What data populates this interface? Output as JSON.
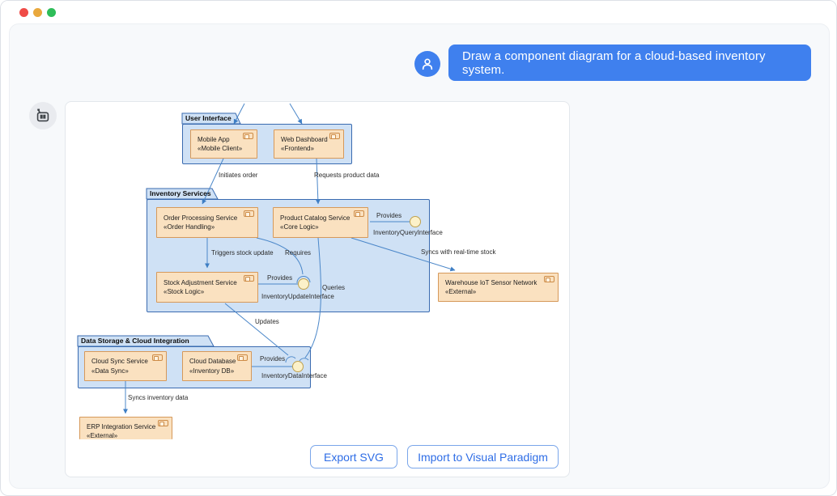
{
  "chat": {
    "user_message": "Draw a component diagram for a cloud-based inventory system."
  },
  "icons": {
    "user_avatar": "person-icon",
    "assistant_avatar": "robot-icon"
  },
  "diagram": {
    "packages": [
      {
        "name": "User Interface",
        "components": [
          {
            "name": "Mobile App",
            "stereotype": "«Mobile Client»"
          },
          {
            "name": "Web Dashboard",
            "stereotype": "«Frontend»"
          }
        ]
      },
      {
        "name": "Inventory Services",
        "components": [
          {
            "name": "Order Processing Service",
            "stereotype": "«Order Handling»"
          },
          {
            "name": "Product Catalog Service",
            "stereotype": "«Core Logic»"
          },
          {
            "name": "Stock Adjustment Service",
            "stereotype": "«Stock Logic»"
          }
        ]
      },
      {
        "name": "Data Storage & Cloud Integration",
        "components": [
          {
            "name": "Cloud Sync Service",
            "stereotype": "«Data Sync»"
          },
          {
            "name": "Cloud Database",
            "stereotype": "«Inventory DB»"
          }
        ]
      }
    ],
    "external_components": [
      {
        "name": "Warehouse IoT Sensor Network",
        "stereotype": "«External»"
      },
      {
        "name": "ERP Integration Service",
        "stereotype": "«External»"
      }
    ],
    "interfaces": {
      "query": "InventoryQueryInterface",
      "update": "InventoryUpdateInterface",
      "data": "InventoryDataInterface"
    },
    "edge_labels": {
      "initiates_order": "Initiates order",
      "requests_product_data": "Requests product data",
      "triggers_stock_update": "Triggers stock update",
      "requires": "Requires",
      "provides_query": "Provides",
      "provides_update": "Provides",
      "provides_data": "Provides",
      "queries": "Queries",
      "updates": "Updates",
      "syncs_realtime": "Syncs with real-time stock",
      "syncs_inventory": "Syncs inventory data"
    }
  },
  "actions": {
    "export_svg": "Export SVG",
    "import_vp": "Import to Visual Paradigm"
  },
  "colors": {
    "bubble_blue": "#3f80ee",
    "package_fill": "#cfe1f5",
    "package_border": "#3a6bb0",
    "component_fill": "#fae1c0",
    "component_border": "#d6995a",
    "interface_fill": "#fcf1c9",
    "interface_border": "#bfa14e",
    "edge_blue": "#4b87c9",
    "button_blue": "#2e6de6"
  }
}
